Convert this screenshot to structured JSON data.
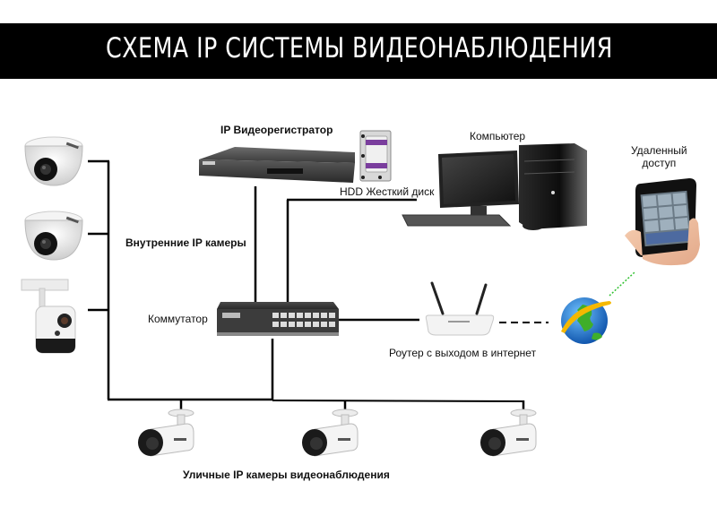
{
  "header": {
    "title": "СХЕМА IP СИСТЕМЫ ВИДЕОНАБЛЮДЕНИЯ"
  },
  "labels": {
    "nvr": "IP Видеорегистратор",
    "hdd": "HDD Жесткий диск",
    "computer": "Компьютер",
    "remote_access_line1": "Удаленный",
    "remote_access_line2": "доступ",
    "indoor_cameras": "Внутренние IP камеры",
    "switch": "Коммутатор",
    "router": "Роутер с выходом в интернет",
    "outdoor_cameras": "Уличные IP камеры видеонаблюдения"
  },
  "devices": {
    "indoor_cameras": [
      "dome-camera",
      "dome-camera",
      "cube-camera"
    ],
    "outdoor_cameras": [
      "bullet-camera",
      "bullet-camera",
      "bullet-camera"
    ],
    "nvr": "nvr-recorder",
    "hdd": "hard-disk",
    "computer": "desktop-computer",
    "smartphone": "smartphone-in-hand",
    "switch": "network-switch",
    "router": "wifi-router",
    "internet": "globe"
  },
  "colors": {
    "banner_bg": "#000000",
    "banner_text": "#ffffff",
    "wire": "#000000",
    "wireless_link": "#2fc12f",
    "hdd_label": "#7a3e9d"
  }
}
